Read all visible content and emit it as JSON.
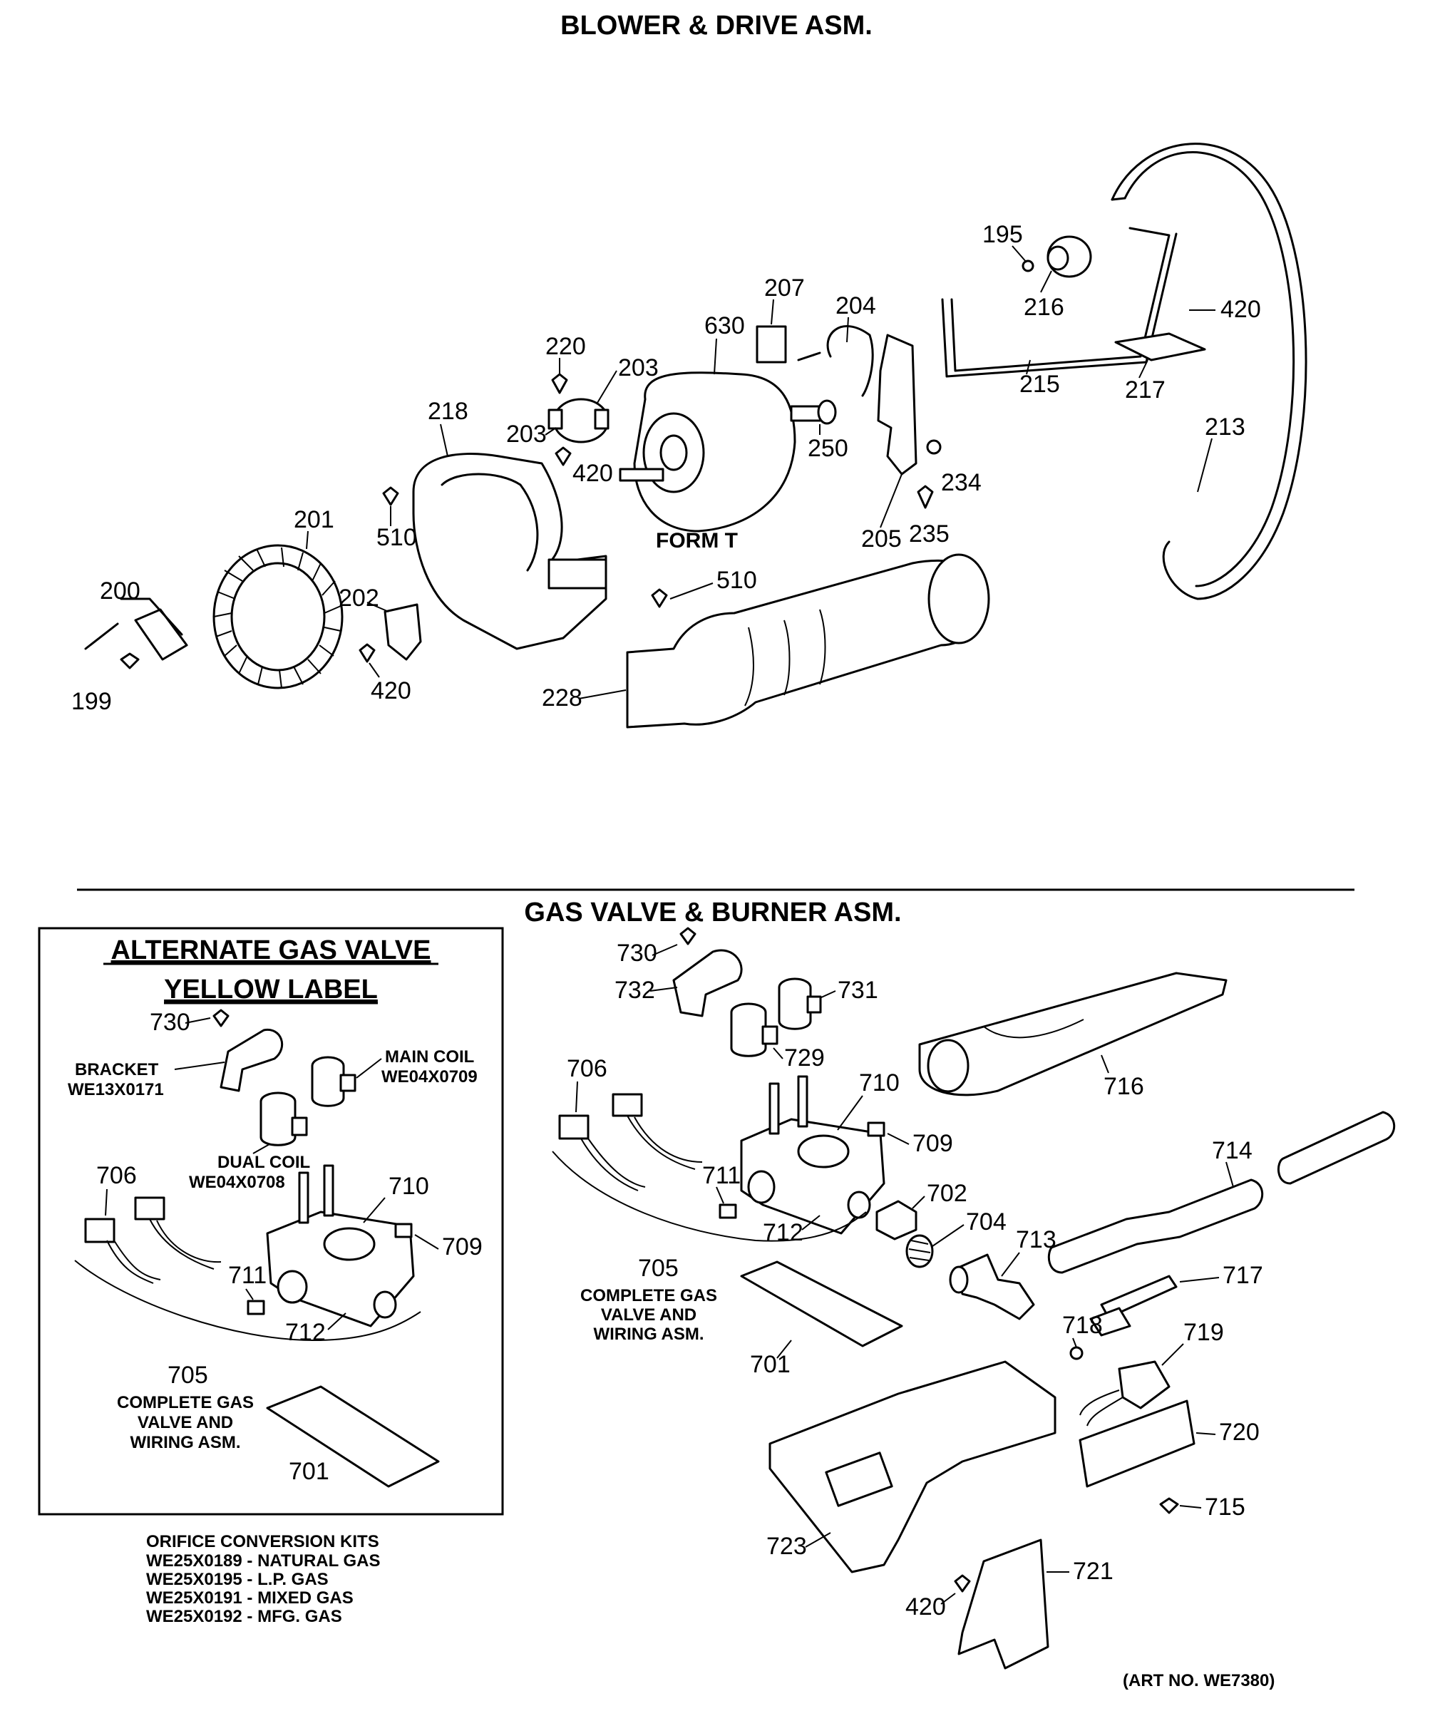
{
  "titles": {
    "blower": "BLOWER & DRIVE ASM.",
    "gas": "GAS VALVE & BURNER ASM.",
    "alt_line1": "ALTERNATE GAS VALVE",
    "alt_line2": "YELLOW LABEL",
    "art_no": "(ART NO. WE7380)",
    "form_t": "FORM T"
  },
  "alt_box": {
    "bracket_name": "BRACKET",
    "bracket_part": "WE13X0171",
    "main_coil_name": "MAIN COIL",
    "main_coil_part": "WE04X0709",
    "dual_coil_name": "DUAL COIL",
    "dual_coil_part": "WE04X0708",
    "complete_l1": "COMPLETE GAS",
    "complete_l2": "VALVE AND",
    "complete_l3": "WIRING ASM."
  },
  "gas_asm": {
    "complete_l1": "COMPLETE GAS",
    "complete_l2": "VALVE AND",
    "complete_l3": "WIRING ASM."
  },
  "orifice": {
    "title": "ORIFICE CONVERSION KITS",
    "kits": [
      "WE25X0189 - NATURAL GAS",
      "WE25X0195 - L.P. GAS",
      "WE25X0191 - MIXED GAS",
      "WE25X0192 - MFG. GAS"
    ]
  },
  "callouts": {
    "blower": {
      "c195": "195",
      "c216": "216",
      "c207": "207",
      "c204": "204",
      "c420a": "420",
      "c630": "630",
      "c220": "220",
      "c203a": "203",
      "c203b": "203",
      "c420b": "420",
      "c218": "218",
      "c250": "250",
      "c215": "215",
      "c217": "217",
      "c213": "213",
      "c234": "234",
      "c205": "205",
      "c235": "235",
      "c201": "201",
      "c510a": "510",
      "c510b": "510",
      "c200": "200",
      "c202": "202",
      "c228": "228",
      "c199": "199",
      "c420c": "420"
    },
    "alt": {
      "c730": "730",
      "c706": "706",
      "c710": "710",
      "c711": "711",
      "c709": "709",
      "c712": "712",
      "c705": "705",
      "c701": "701"
    },
    "gas": {
      "c730": "730",
      "c732": "732",
      "c731": "731",
      "c729": "729",
      "c706": "706",
      "c710": "710",
      "c709": "709",
      "c716": "716",
      "c711": "711",
      "c702": "702",
      "c714": "714",
      "c704": "704",
      "c712": "712",
      "c713": "713",
      "c705": "705",
      "c717": "717",
      "c718": "718",
      "c719": "719",
      "c701": "701",
      "c720": "720",
      "c723": "723",
      "c715": "715",
      "c721": "721",
      "c420": "420"
    }
  }
}
